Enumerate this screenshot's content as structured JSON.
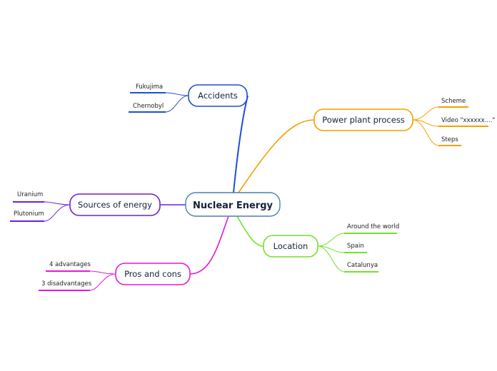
{
  "center": {
    "label": "Nuclear Energy"
  },
  "branches": {
    "accidents": {
      "label": "Accidents",
      "color": "#1f4fd1",
      "items": [
        "Fukujima",
        "Chernobyl"
      ]
    },
    "power": {
      "label": "Power plant process",
      "color": "#f5a000",
      "items": [
        "Scheme",
        "Video \"xxxxxx....\"",
        "Steps"
      ]
    },
    "sources": {
      "label": "Sources of energy",
      "color": "#6a21d9",
      "items": [
        "Uranium",
        "Plutonium"
      ]
    },
    "location": {
      "label": "Location",
      "color": "#74e02b",
      "items": [
        "Around the world",
        "Spain",
        "Catalunya"
      ]
    },
    "pros": {
      "label": "Pros and cons",
      "color": "#e31ad6",
      "items": [
        "4 advantages",
        "3 disadvantages"
      ]
    }
  },
  "colors": {
    "center_border": "#4a7fb5",
    "text": "#14213d"
  }
}
